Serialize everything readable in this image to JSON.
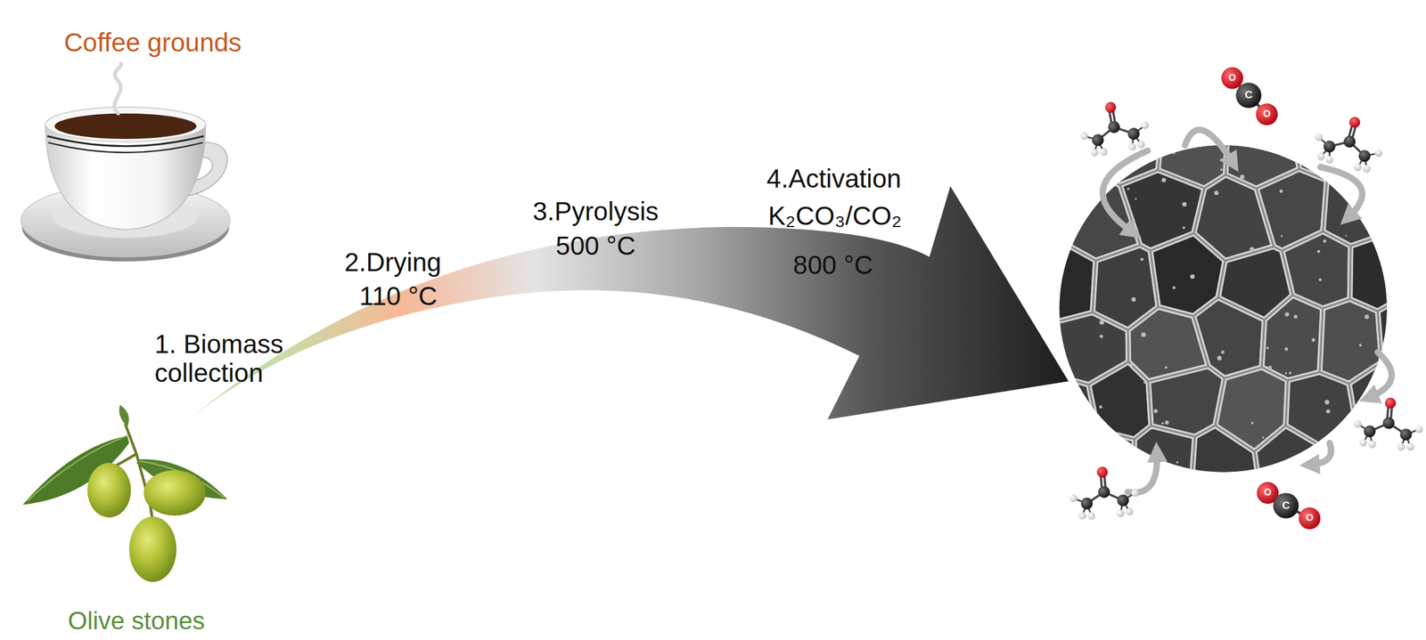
{
  "diagram": {
    "labels": [
      "Coffee grounds",
      "Olive stones",
      "1. Biomass collection",
      "2.Drying",
      "110 °C",
      "3.Pyrolysis",
      "500 °C",
      "4.Activation",
      "K₂CO₃/CO₂",
      "800 °C",
      "O",
      "C",
      "O",
      "O",
      "C",
      "O"
    ]
  }
}
